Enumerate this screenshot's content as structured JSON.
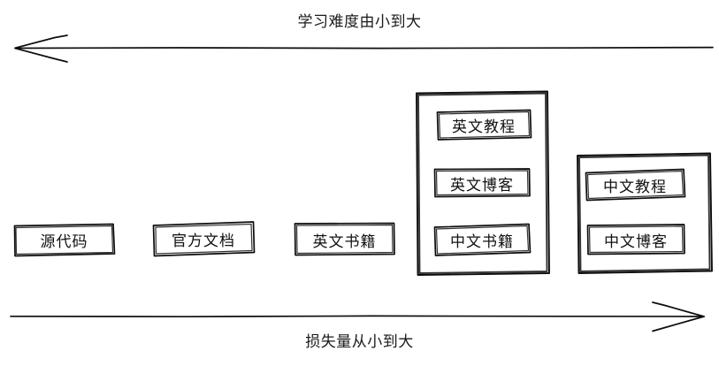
{
  "diagram": {
    "title_top": "学习难度由小到大",
    "title_bottom": "损失量从小到大",
    "arrow_top_direction": "left",
    "arrow_bottom_direction": "right",
    "stroke_color": "#0d0d0d",
    "background_color": "#ffffff",
    "items": [
      {
        "id": "source-code",
        "label": "源代码"
      },
      {
        "id": "official-docs",
        "label": "官方文档"
      },
      {
        "id": "english-books",
        "label": "英文书籍"
      }
    ],
    "groups": [
      {
        "id": "group-1",
        "items": [
          {
            "id": "english-tutorial",
            "label": "英文教程"
          },
          {
            "id": "english-blog",
            "label": "英文博客"
          },
          {
            "id": "chinese-books",
            "label": "中文书籍"
          }
        ]
      },
      {
        "id": "group-2",
        "items": [
          {
            "id": "chinese-tutorial",
            "label": "中文教程"
          },
          {
            "id": "chinese-blog",
            "label": "中文博客"
          }
        ]
      }
    ]
  }
}
